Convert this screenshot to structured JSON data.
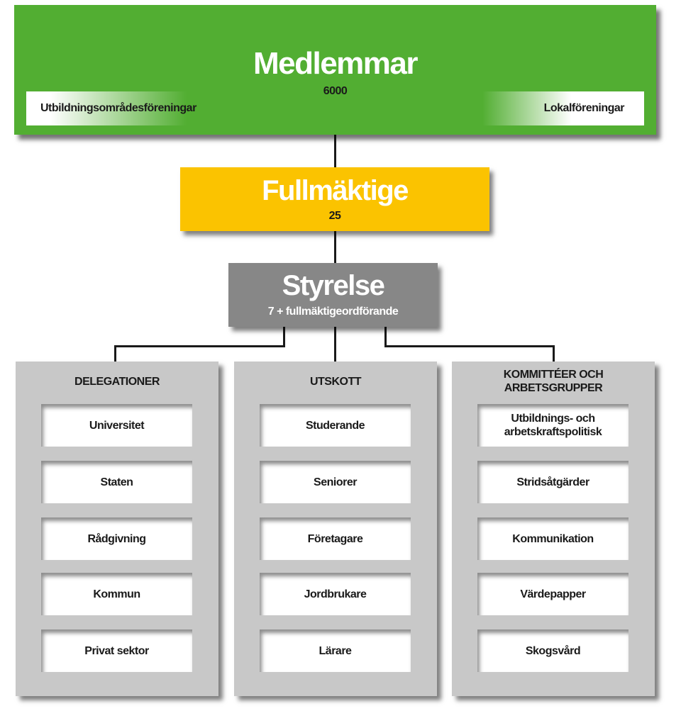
{
  "members": {
    "title": "Medlemmar",
    "count": "6000",
    "left_label": "Utbildningsområdesföreningar",
    "right_label": "Lokalföreningar",
    "color": "#52ae32"
  },
  "council": {
    "title": "Fullmäktige",
    "count": "25",
    "color": "#fbc300"
  },
  "board": {
    "title": "Styrelse",
    "subtitle": "7 + fullmäktigeordförande",
    "color": "#878787"
  },
  "columns": [
    {
      "title": "DELEGATIONER",
      "items": [
        "Universitet",
        "Staten",
        "Rådgivning",
        "Kommun",
        "Privat sektor"
      ]
    },
    {
      "title": "UTSKOTT",
      "items": [
        "Studerande",
        "Seniorer",
        "Företagare",
        "Jordbrukare",
        "Lärare"
      ]
    },
    {
      "title": "KOMMITTÉER OCH ARBETSGRUPPER",
      "items": [
        "Utbildnings- och arbetskraftspolitisk",
        "Stridsåtgärder",
        "Kommunikation",
        "Värdepapper",
        "Skogsvård"
      ]
    }
  ]
}
